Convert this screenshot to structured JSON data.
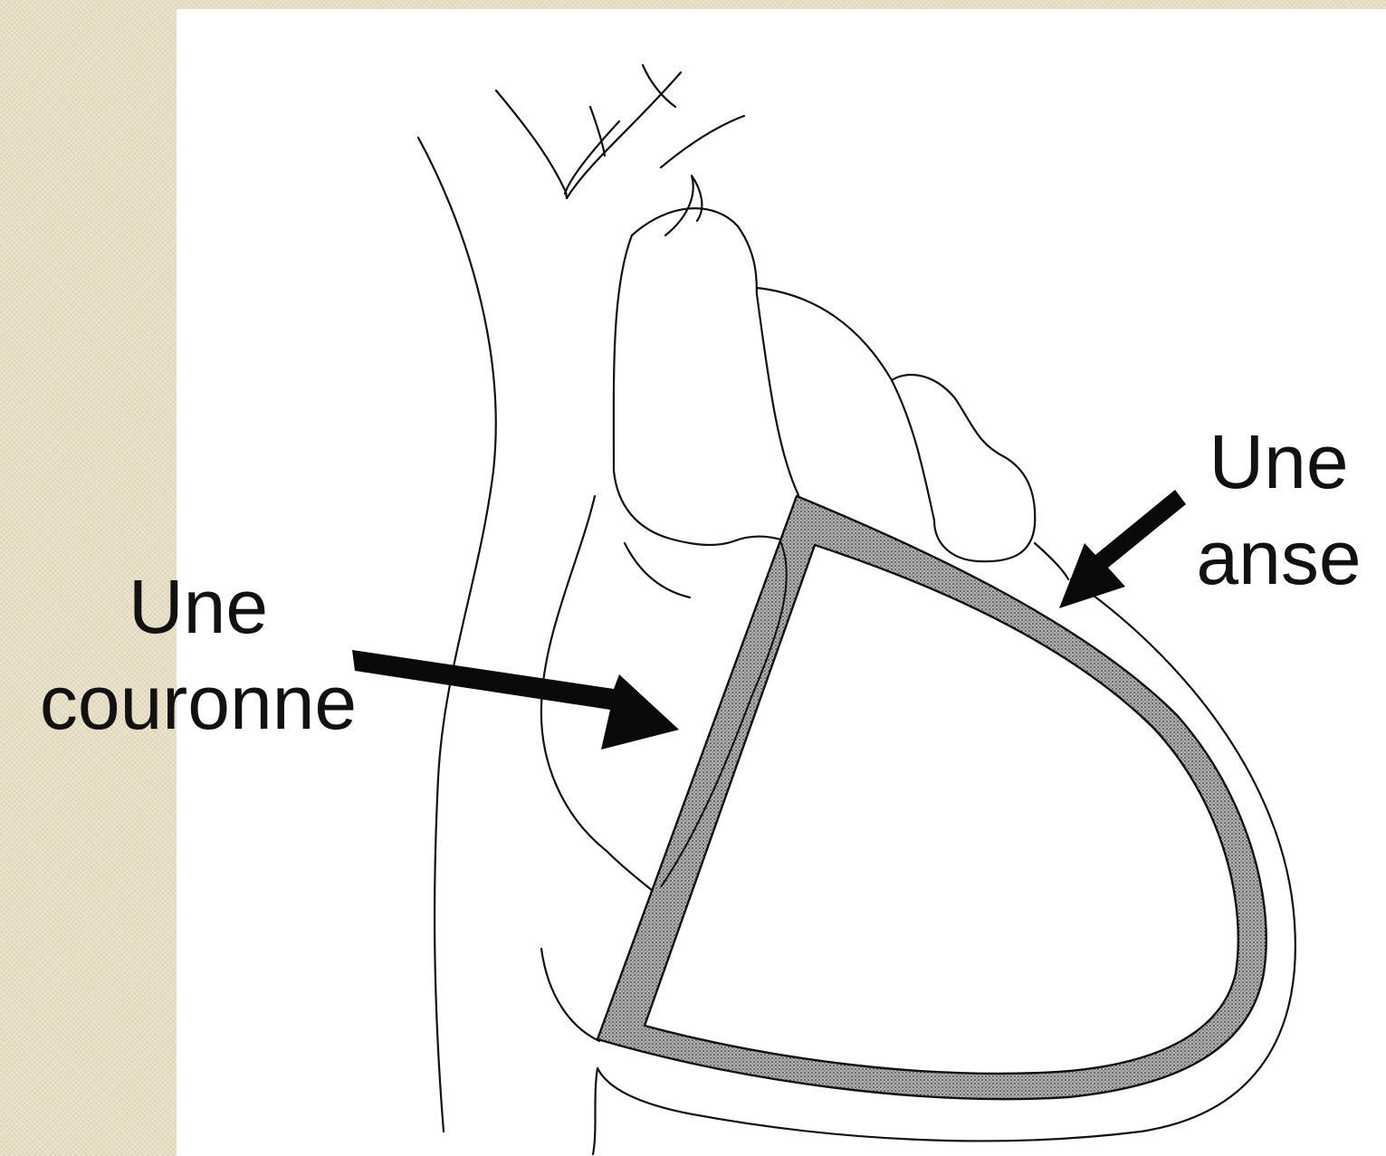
{
  "diagram": {
    "labels": {
      "couronne": {
        "line1": "Une",
        "line2": "couronne"
      },
      "anse": {
        "line1": "Une",
        "line2": "anse"
      }
    },
    "colors": {
      "slide_background": "#ffffff",
      "side_background": "#ece4cf",
      "stroke": "#111111",
      "band_fill": "#a9a9a9",
      "arrow": "#0a0a0a"
    },
    "icons": [
      "arrow-icon"
    ]
  }
}
